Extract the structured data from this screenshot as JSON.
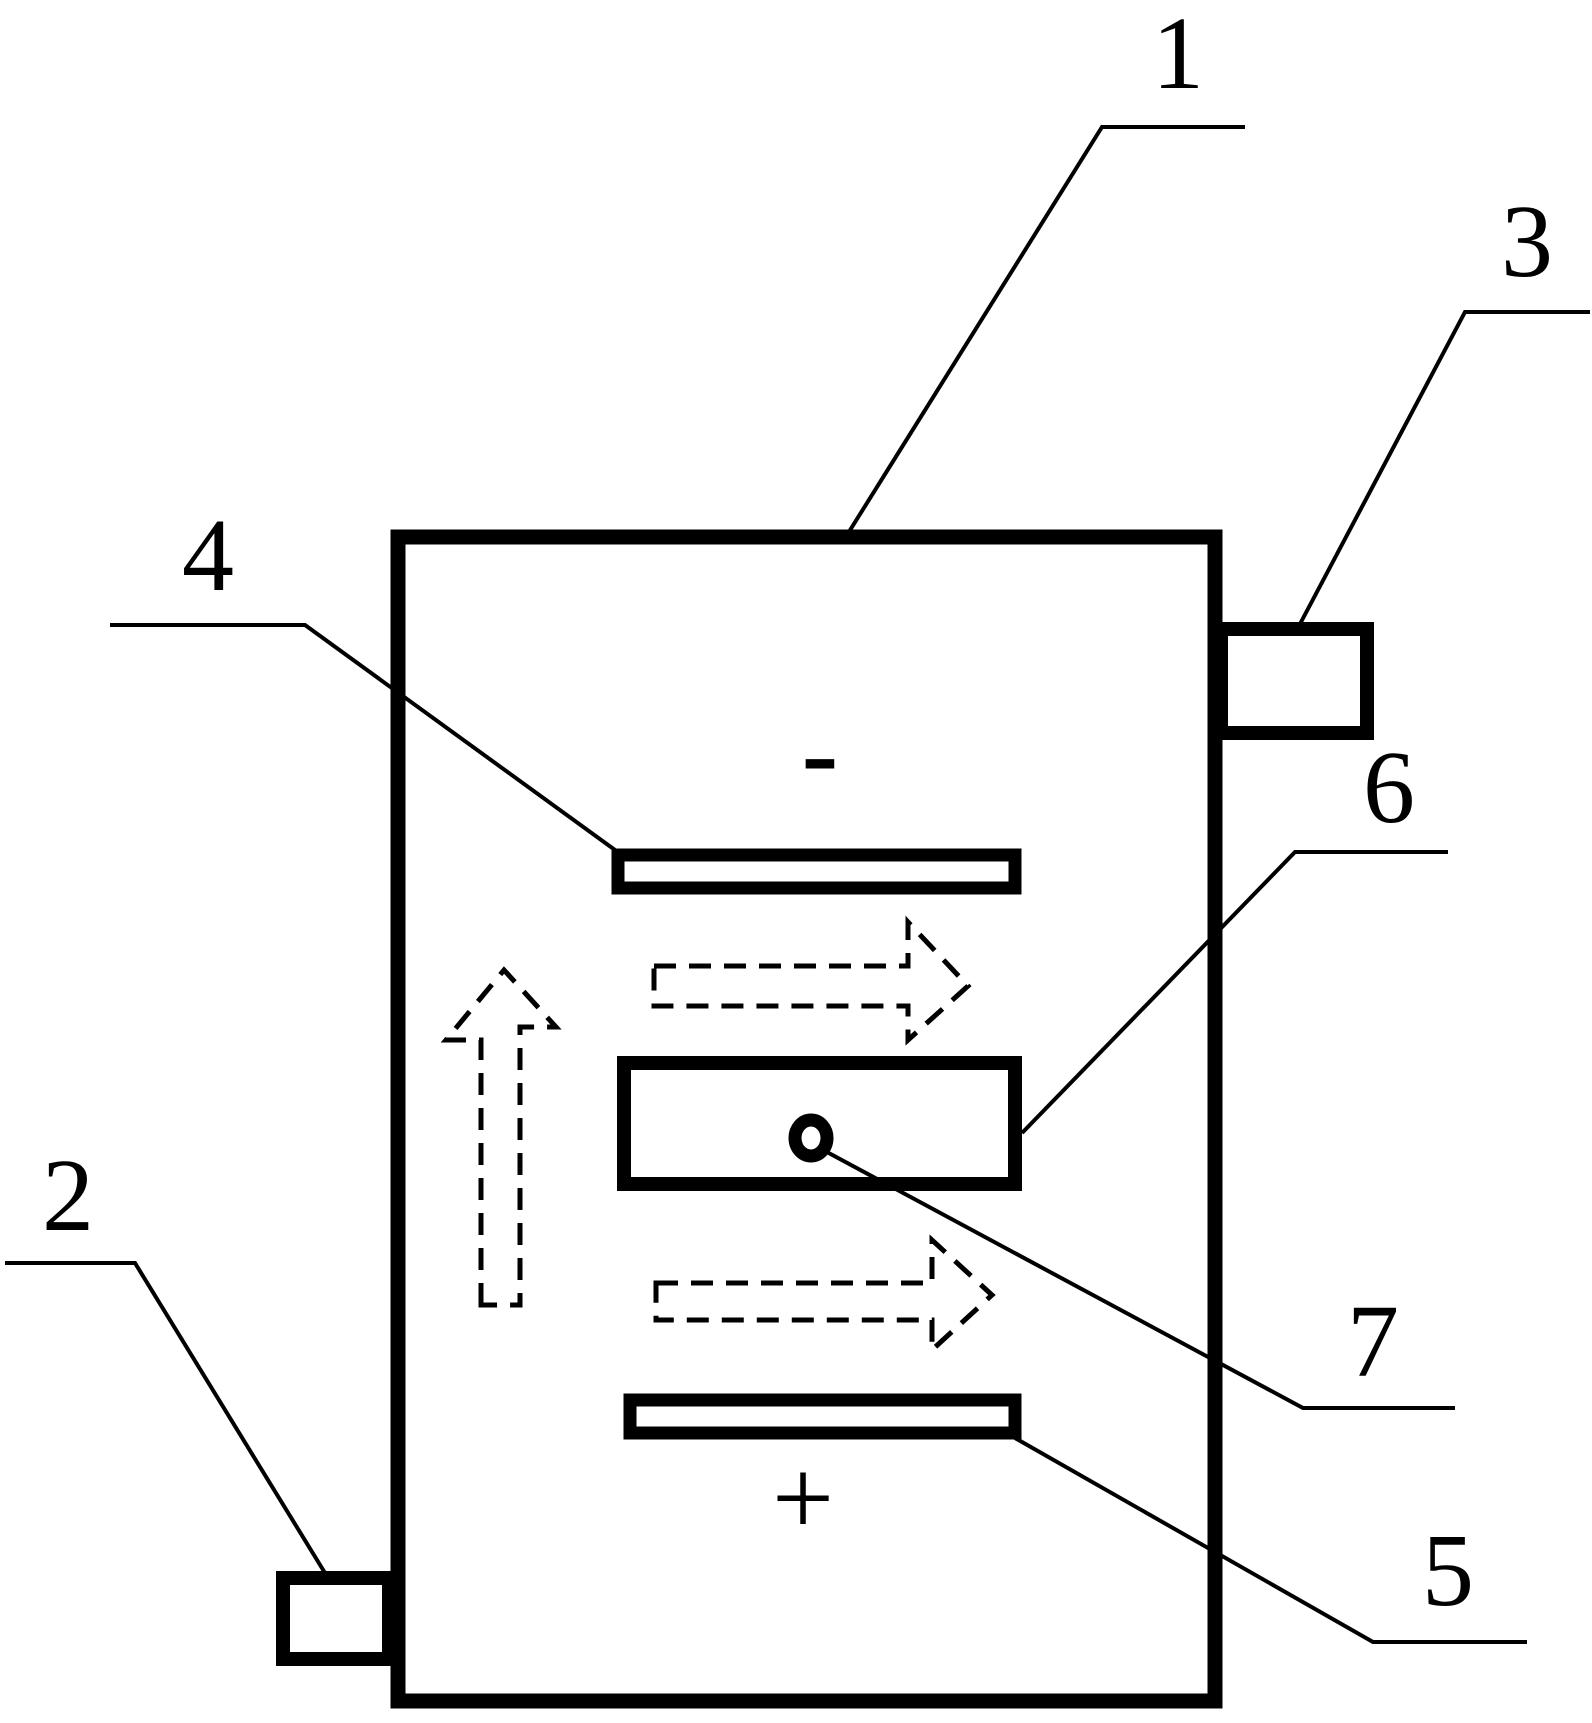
{
  "labels": {
    "l1": "1",
    "l2": "2",
    "l3": "3",
    "l4": "4",
    "l5": "5",
    "l6": "6",
    "l7": "7"
  },
  "signs": {
    "minus": "-",
    "plus": "+"
  },
  "colors": {
    "stroke": "#000000",
    "background": "#ffffff"
  }
}
